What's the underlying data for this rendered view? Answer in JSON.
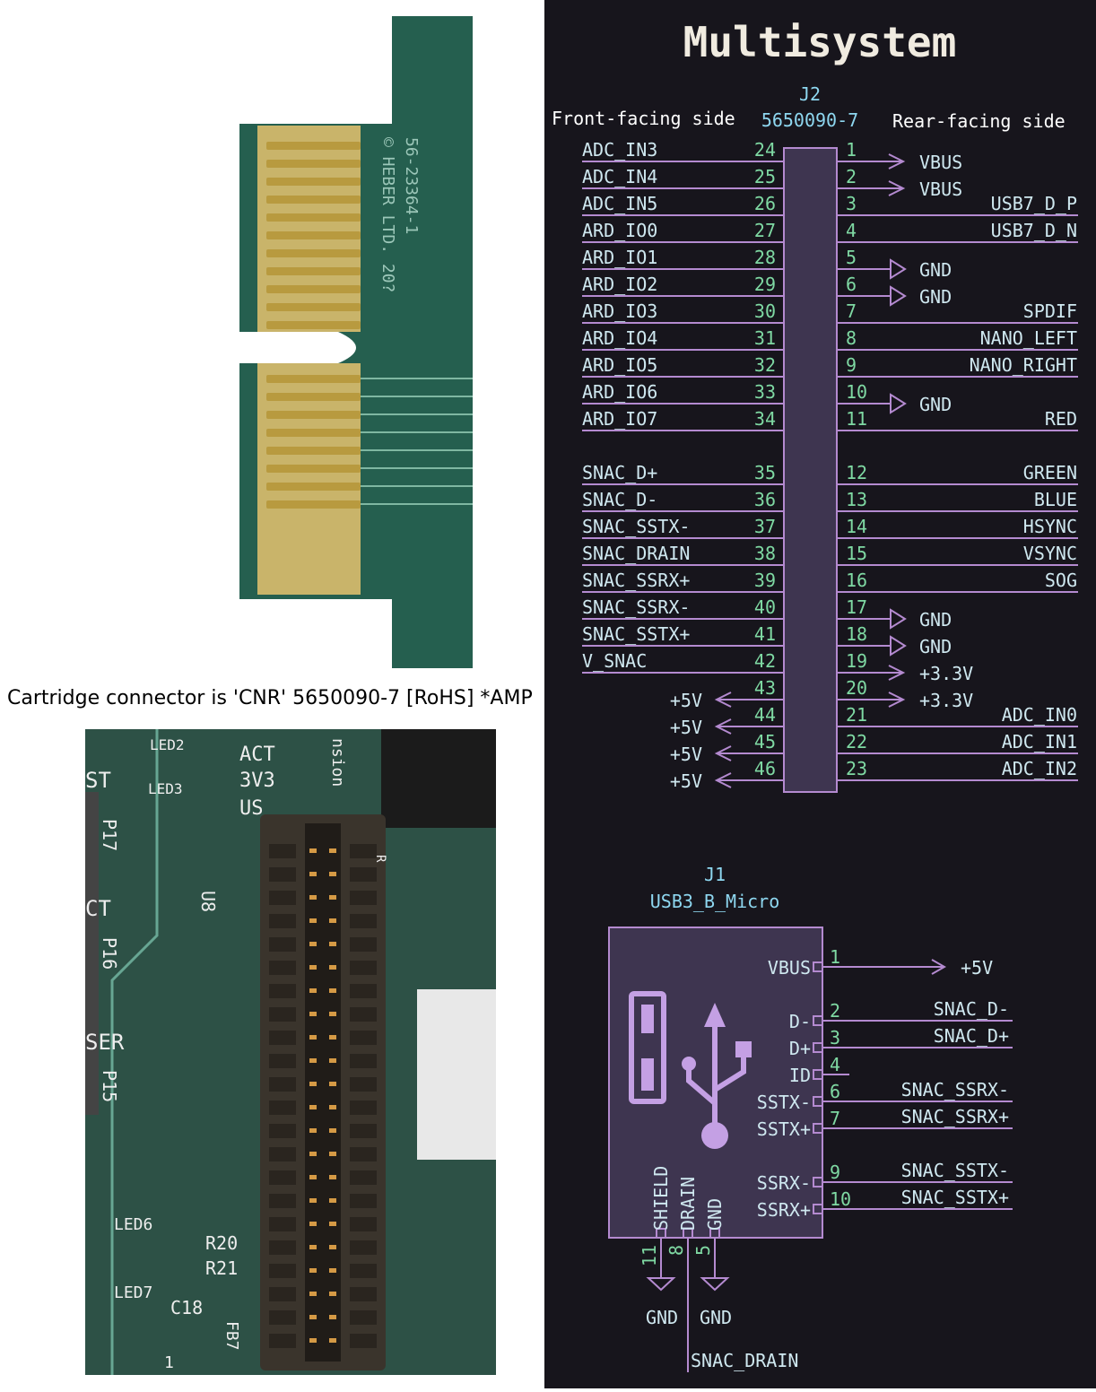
{
  "caption": "Cartridge connector is 'CNR' 5650090-7 [RoHS] *AMP",
  "photo_top": {
    "pcb_silkscreen": [
      "56-23364-1",
      "© HEBER LTD. 20?"
    ]
  },
  "photo_bottom": {
    "silkscreen": [
      "LED2",
      "LED3",
      "ACT",
      "3V3",
      "US",
      "ST",
      "P17",
      "CT",
      "P16",
      "SER",
      "P15",
      "U8",
      "LED6",
      "LED7",
      "R20",
      "R21",
      "C18",
      "FB7",
      "1",
      "nsion",
      "R"
    ]
  },
  "schematic": {
    "title": "Multisystem",
    "colors": {
      "background": "#17151c",
      "wire": "#b48ad0",
      "pin_number": "#7fd9a3",
      "label": "#cfe8f0",
      "ref": "#8ed7f0",
      "body": "#4b3f5e"
    },
    "j2": {
      "ref": "J2",
      "value": "5650090-7",
      "front_label": "Front-facing side",
      "rear_label": "Rear-facing side",
      "left_pins": [
        {
          "num": "24",
          "net": "ADC_IN3",
          "kind": "label"
        },
        {
          "num": "25",
          "net": "ADC_IN4",
          "kind": "label"
        },
        {
          "num": "26",
          "net": "ADC_IN5",
          "kind": "label"
        },
        {
          "num": "27",
          "net": "ARD_IO0",
          "kind": "label"
        },
        {
          "num": "28",
          "net": "ARD_IO1",
          "kind": "label"
        },
        {
          "num": "29",
          "net": "ARD_IO2",
          "kind": "label"
        },
        {
          "num": "30",
          "net": "ARD_IO3",
          "kind": "label"
        },
        {
          "num": "31",
          "net": "ARD_IO4",
          "kind": "label"
        },
        {
          "num": "32",
          "net": "ARD_IO5",
          "kind": "label"
        },
        {
          "num": "33",
          "net": "ARD_IO6",
          "kind": "label"
        },
        {
          "num": "34",
          "net": "ARD_IO7",
          "kind": "label"
        },
        {
          "num": "35",
          "net": "SNAC_D+",
          "kind": "label"
        },
        {
          "num": "36",
          "net": "SNAC_D-",
          "kind": "label"
        },
        {
          "num": "37",
          "net": "SNAC_SSTX-",
          "kind": "label"
        },
        {
          "num": "38",
          "net": "SNAC_DRAIN",
          "kind": "label"
        },
        {
          "num": "39",
          "net": "SNAC_SSRX+",
          "kind": "label"
        },
        {
          "num": "40",
          "net": "SNAC_SSRX-",
          "kind": "label"
        },
        {
          "num": "41",
          "net": "SNAC_SSTX+",
          "kind": "label"
        },
        {
          "num": "42",
          "net": "V_SNAC",
          "kind": "label"
        },
        {
          "num": "43",
          "net": "+5V",
          "kind": "power"
        },
        {
          "num": "44",
          "net": "+5V",
          "kind": "power"
        },
        {
          "num": "45",
          "net": "+5V",
          "kind": "power"
        },
        {
          "num": "46",
          "net": "+5V",
          "kind": "power"
        }
      ],
      "right_pins": [
        {
          "num": "1",
          "net": "VBUS",
          "kind": "power"
        },
        {
          "num": "2",
          "net": "VBUS",
          "kind": "power"
        },
        {
          "num": "3",
          "net": "USB7_D_P",
          "kind": "label"
        },
        {
          "num": "4",
          "net": "USB7_D_N",
          "kind": "label"
        },
        {
          "num": "5",
          "net": "GND",
          "kind": "gnd"
        },
        {
          "num": "6",
          "net": "GND",
          "kind": "gnd"
        },
        {
          "num": "7",
          "net": "SPDIF",
          "kind": "label"
        },
        {
          "num": "8",
          "net": "NANO_LEFT",
          "kind": "label"
        },
        {
          "num": "9",
          "net": "NANO_RIGHT",
          "kind": "label"
        },
        {
          "num": "10",
          "net": "GND",
          "kind": "gnd"
        },
        {
          "num": "11",
          "net": "RED",
          "kind": "label"
        },
        {
          "num": "12",
          "net": "GREEN",
          "kind": "label"
        },
        {
          "num": "13",
          "net": "BLUE",
          "kind": "label"
        },
        {
          "num": "14",
          "net": "HSYNC",
          "kind": "label"
        },
        {
          "num": "15",
          "net": "VSYNC",
          "kind": "label"
        },
        {
          "num": "16",
          "net": "SOG",
          "kind": "label"
        },
        {
          "num": "17",
          "net": "GND",
          "kind": "gnd"
        },
        {
          "num": "18",
          "net": "GND",
          "kind": "gnd"
        },
        {
          "num": "19",
          "net": "+3.3V",
          "kind": "power"
        },
        {
          "num": "20",
          "net": "+3.3V",
          "kind": "power"
        },
        {
          "num": "21",
          "net": "ADC_IN0",
          "kind": "label"
        },
        {
          "num": "22",
          "net": "ADC_IN1",
          "kind": "label"
        },
        {
          "num": "23",
          "net": "ADC_IN2",
          "kind": "label"
        }
      ]
    },
    "j1": {
      "ref": "J1",
      "value": "USB3_B_Micro",
      "pins": [
        {
          "num": "1",
          "pin_name": "VBUS",
          "net": "+5V"
        },
        {
          "num": "2",
          "pin_name": "D-",
          "net": "SNAC_D-"
        },
        {
          "num": "3",
          "pin_name": "D+",
          "net": "SNAC_D+"
        },
        {
          "num": "4",
          "pin_name": "ID",
          "net": ""
        },
        {
          "num": "6",
          "pin_name": "SSTX-",
          "net": "SNAC_SSRX-"
        },
        {
          "num": "7",
          "pin_name": "SSTX+",
          "net": "SNAC_SSRX+"
        },
        {
          "num": "9",
          "pin_name": "SSRX-",
          "net": "SNAC_SSTX-"
        },
        {
          "num": "10",
          "pin_name": "SSRX+",
          "net": "SNAC_SSTX+"
        }
      ],
      "bottom_pins": [
        {
          "num": "11",
          "pin_name": "SHIELD",
          "net": "GND"
        },
        {
          "num": "8",
          "pin_name": "DRAIN",
          "net": "SNAC_DRAIN"
        },
        {
          "num": "5",
          "pin_name": "GND",
          "net": "GND"
        }
      ]
    }
  }
}
